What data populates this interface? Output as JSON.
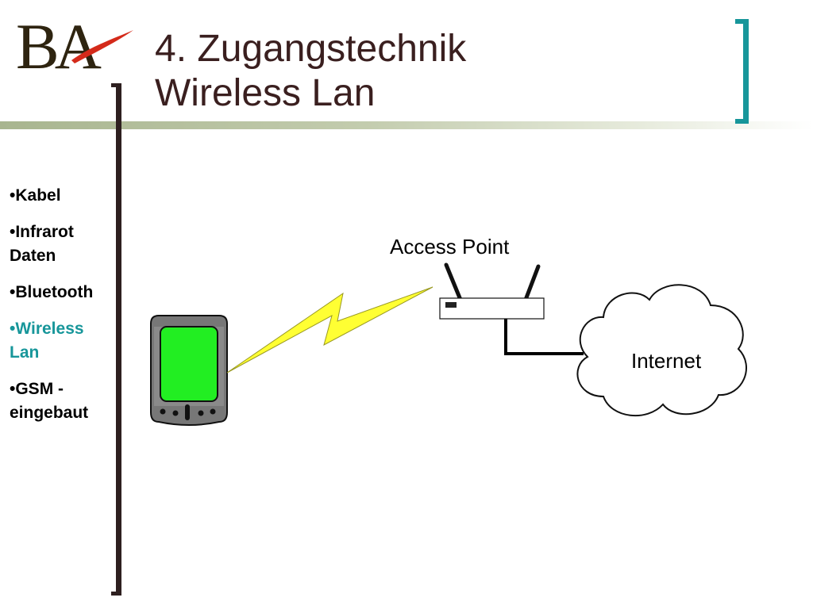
{
  "logo": {
    "text": "BA"
  },
  "title": {
    "line1": "4. Zugangstechnik",
    "line2": "Wireless Lan"
  },
  "nav": {
    "items": [
      {
        "label": "•Kabel",
        "active": false
      },
      {
        "label": "•Infrarot Daten",
        "active": false
      },
      {
        "label": "•Bluetooth",
        "active": false
      },
      {
        "label": "•Wireless Lan",
        "active": true
      },
      {
        "label": "•GSM - eingebaut",
        "active": false
      }
    ]
  },
  "diagram": {
    "access_point_label": "Access Point",
    "internet_label": "Internet"
  },
  "colors": {
    "title": "#3a1f1f",
    "accent": "#17969a",
    "bracket": "#2e2020",
    "lightning": "#ffff33",
    "screen": "#22ee22"
  },
  "icons": [
    "pda-icon",
    "lightning-bolt-icon",
    "router-icon",
    "cloud-icon"
  ]
}
